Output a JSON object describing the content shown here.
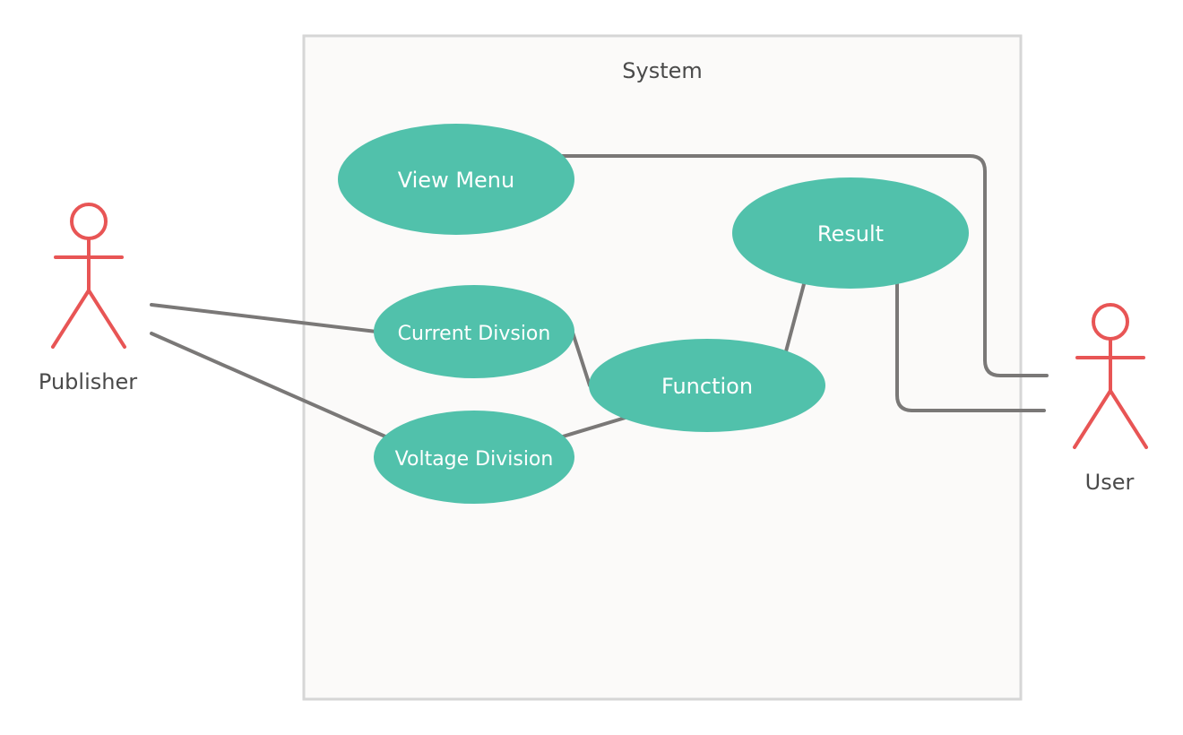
{
  "colors": {
    "background": "#ffffff",
    "system_fill": "#fbfaf9",
    "system_border": "#d6d6d6",
    "usecase_fill": "#51c1ab",
    "usecase_text": "#ffffff",
    "actor_stroke": "#e85555",
    "connector": "#7a7877",
    "text_dark": "#4a4a4a"
  },
  "system": {
    "title": "System"
  },
  "use_cases": {
    "view_menu": "View Menu",
    "result": "Result",
    "current_division": "Current Divsion",
    "function": "Function",
    "voltage_division": "Voltage Division"
  },
  "actors": {
    "publisher": "Publisher",
    "user": "User"
  }
}
